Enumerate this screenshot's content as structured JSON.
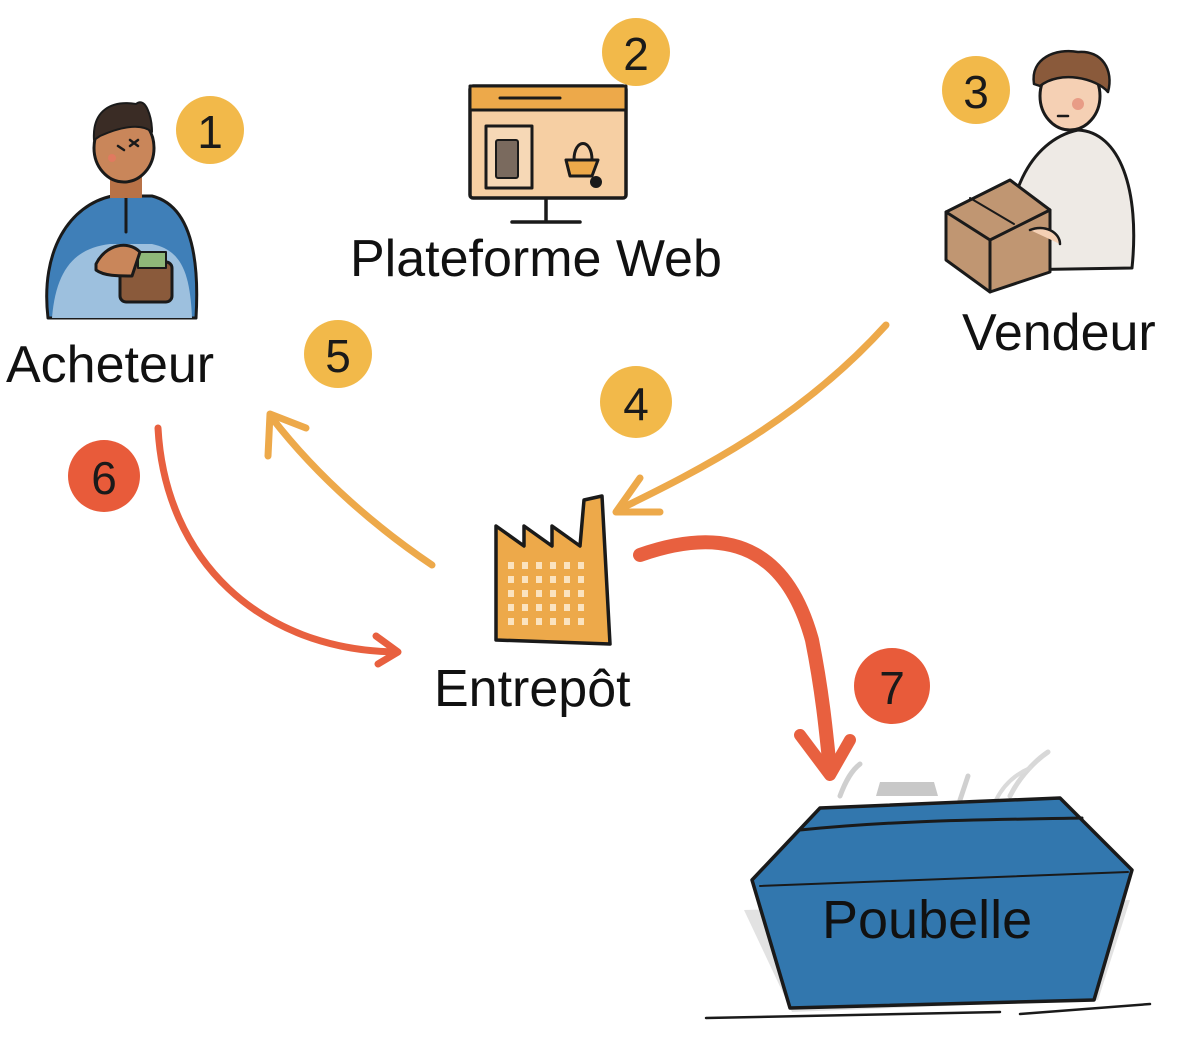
{
  "colors": {
    "badge_yellow": "#F2B94A",
    "badge_red": "#E85B3A",
    "arrow_orange": "#EDA94A",
    "arrow_red": "#E8603F",
    "warehouse": "#EDA94A",
    "bin_blue": "#3277AE",
    "buyer_shirt": "#3F7FB8",
    "skin": "#C9865A"
  },
  "nodes": {
    "buyer": {
      "label": "Acheteur",
      "icon": "buyer-wallet-icon"
    },
    "platform": {
      "label": "Plateforme Web",
      "icon": "monitor-shop-icon"
    },
    "seller": {
      "label": "Vendeur",
      "icon": "seller-box-icon"
    },
    "warehouse": {
      "label": "Entrepôt",
      "icon": "factory-icon"
    },
    "bin": {
      "label": "Poubelle",
      "icon": "dumpster-icon"
    }
  },
  "steps": [
    {
      "num": "1",
      "color": "yellow"
    },
    {
      "num": "2",
      "color": "yellow"
    },
    {
      "num": "3",
      "color": "yellow"
    },
    {
      "num": "4",
      "color": "yellow"
    },
    {
      "num": "5",
      "color": "yellow"
    },
    {
      "num": "6",
      "color": "red"
    },
    {
      "num": "7",
      "color": "red"
    }
  ],
  "edges": [
    {
      "from": "seller",
      "to": "warehouse",
      "step": "4"
    },
    {
      "from": "warehouse",
      "to": "buyer",
      "step": "5"
    },
    {
      "from": "buyer",
      "to": "warehouse",
      "step": "6"
    },
    {
      "from": "warehouse",
      "to": "bin",
      "step": "7"
    }
  ]
}
